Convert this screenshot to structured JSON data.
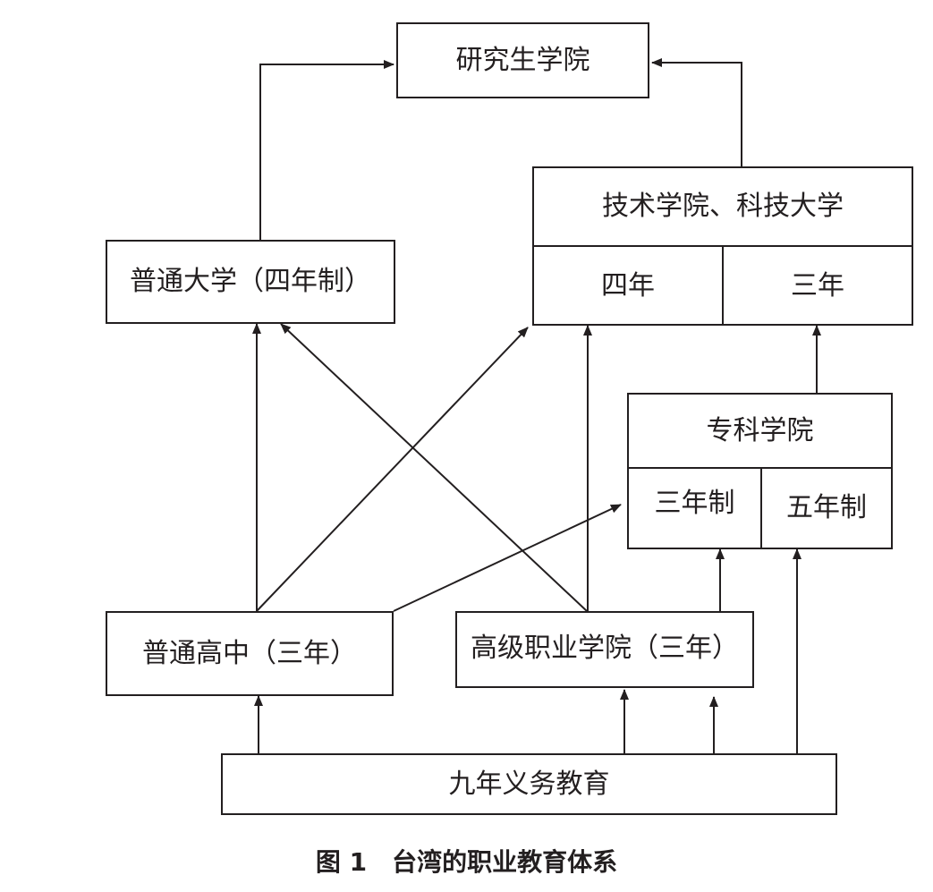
{
  "diagram": {
    "nodes": {
      "graduate_school": "研究生学院",
      "tech_university": "技术学院、科技大学",
      "tech_four_year": "四年",
      "tech_three_year": "三年",
      "general_university": "普通大学（四年制）",
      "junior_college": "专科学院",
      "junior_three_year": "三年制",
      "junior_five_year": "五年制",
      "general_high_school": "普通高中（三年）",
      "vocational_high_school": "高级职业学院（三年）",
      "compulsory_education": "九年义务教育"
    },
    "edges": [
      {
        "from": "general_university",
        "to": "graduate_school"
      },
      {
        "from": "tech_university",
        "to": "graduate_school"
      },
      {
        "from": "junior_college",
        "to": "tech_three_year"
      },
      {
        "from": "general_high_school",
        "to": "general_university"
      },
      {
        "from": "general_high_school",
        "to": "tech_university"
      },
      {
        "from": "general_high_school",
        "to": "junior_three_year"
      },
      {
        "from": "vocational_high_school",
        "to": "general_university"
      },
      {
        "from": "vocational_high_school",
        "to": "tech_four_year"
      },
      {
        "from": "vocational_high_school",
        "to": "junior_three_year"
      },
      {
        "from": "compulsory_education",
        "to": "general_high_school"
      },
      {
        "from": "compulsory_education",
        "to": "vocational_high_school"
      },
      {
        "from": "compulsory_education",
        "to": "vocational_high_school"
      },
      {
        "from": "compulsory_education",
        "to": "junior_five_year"
      }
    ]
  },
  "caption": "图 1　台湾的职业教育体系",
  "colors": {
    "stroke": "#231f20",
    "background": "#ffffff"
  }
}
